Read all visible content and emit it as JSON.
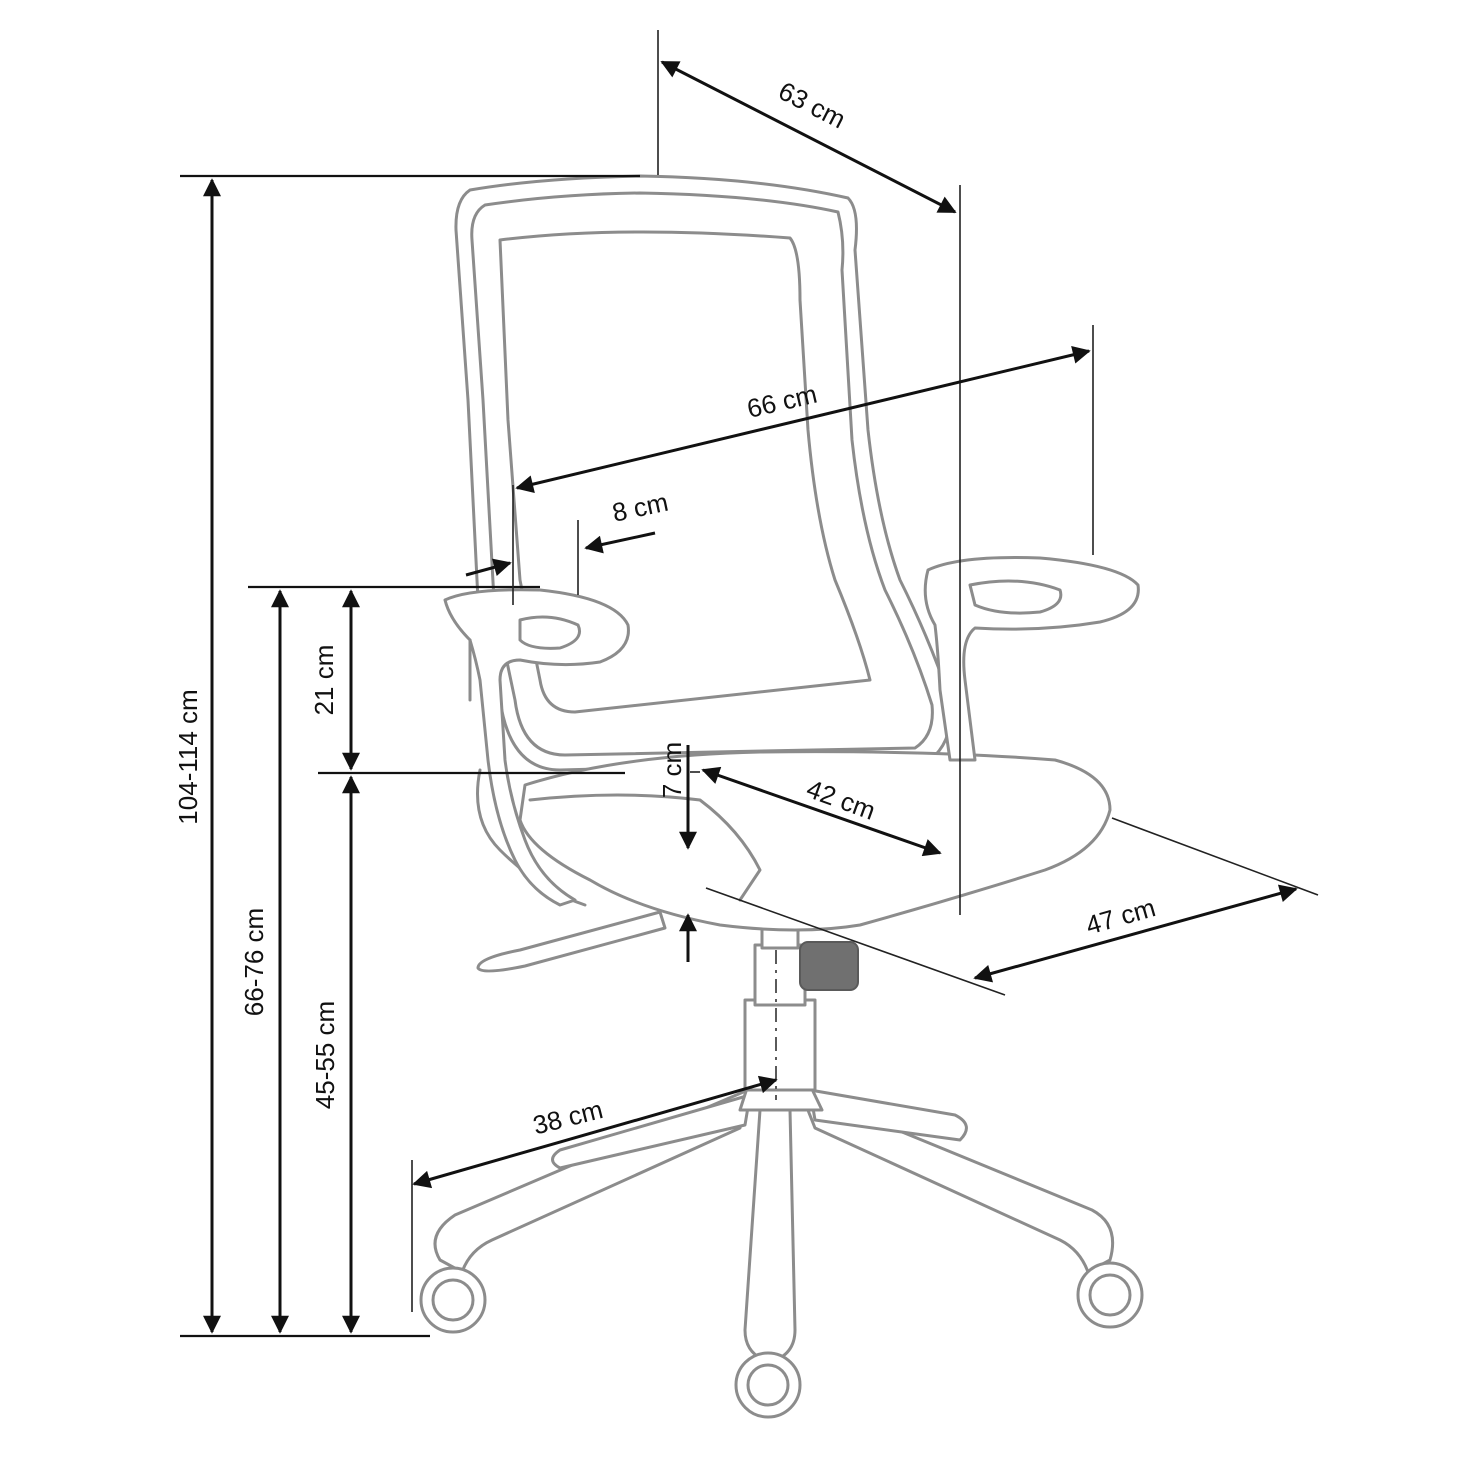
{
  "diagram": {
    "subject": "office chair",
    "dimensions": {
      "top_depth": "63 cm",
      "armrest_width": "66 cm",
      "armrest_pad_width": "8 cm",
      "armrest_height_above_seat": "21 cm",
      "seat_thickness": "7 cm",
      "seat_width": "42 cm",
      "seat_depth": "47 cm",
      "total_height": "104-114 cm",
      "armrest_height": "66-76 cm",
      "seat_height": "45-55 cm",
      "base_radius": "38 cm"
    }
  }
}
